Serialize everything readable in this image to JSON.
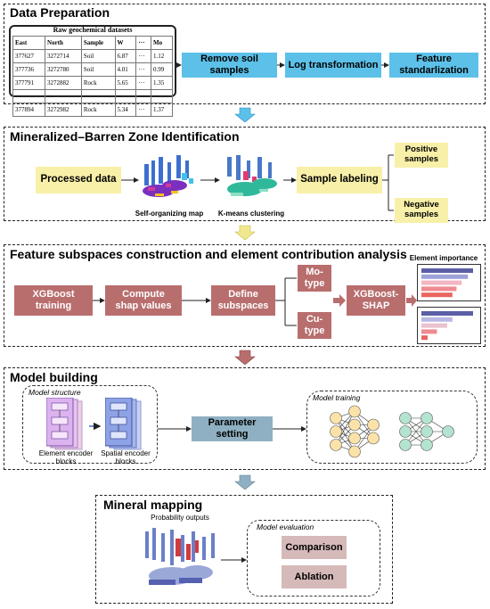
{
  "sections": {
    "s1": {
      "title": "Data Preparation"
    },
    "s2": {
      "title": "Mineralized–Barren Zone Identification"
    },
    "s3": {
      "title": "Feature subspaces construction and element contribution analysis"
    },
    "s4": {
      "title": "Model building"
    },
    "s5": {
      "title": "Mineral mapping"
    }
  },
  "data_prep": {
    "table_title": "Raw geochemical datasets",
    "headers": [
      "East",
      "North",
      "Sample",
      "W",
      "···",
      "Mo"
    ],
    "rows": [
      [
        "377627",
        "3272714",
        "Soil",
        "6.87",
        "···",
        "1.12"
      ],
      [
        "377736",
        "3272780",
        "Soil",
        "4.01",
        "···",
        "0.99"
      ],
      [
        "377791",
        "3272882",
        "Rock",
        "5.65",
        "···",
        "1.35"
      ],
      [
        "···",
        "···",
        "···",
        "···",
        "···",
        "···"
      ],
      [
        "377894",
        "3272982",
        "Rock",
        "5.34",
        "···",
        "1.37"
      ]
    ],
    "steps": [
      "Remove soil samples",
      "Log transformation",
      "Feature standarlization"
    ]
  },
  "zone": {
    "processed": "Processed data",
    "som_label": "Self-organizing map",
    "kmeans_label": "K-means clustering",
    "sample_labeling": "Sample labeling",
    "positive": "Positive samples",
    "negative": "Negative samples"
  },
  "feature": {
    "xgb_training": "XGBoost training",
    "compute_shap": "Compute shap values",
    "define_subspaces": "Define subspaces",
    "mo_type": "Mo-type",
    "cu_type": "Cu-type",
    "xgb_shap": "XGBoost-SHAP",
    "importance_title": "Element importance",
    "importance_top": [
      1.0,
      0.9,
      0.78,
      0.68,
      0.6
    ],
    "importance_bottom": [
      1.0,
      0.6,
      0.5,
      0.3,
      0.12
    ],
    "bar_colors_top": [
      "#5b5fa6",
      "#9ea2d8",
      "#f2b6c2",
      "#ee8a90",
      "#e8655e"
    ],
    "bar_colors_bottom": [
      "#5b5fa6",
      "#b9b8e4",
      "#e9c3cf",
      "#ee8a90",
      "#e8655e"
    ]
  },
  "model": {
    "structure_label": "Model structure",
    "element_encoder": "Element encoder blocks",
    "spatial_encoder": "Spatial encoder blocks",
    "parameter": "Parameter setting",
    "training_label": "Model training"
  },
  "mapping": {
    "probability": "Probability outputs",
    "evaluation_label": "Model evaluation",
    "comparison": "Comparison",
    "ablation": "Ablation"
  },
  "colors": {
    "blue": "#5cc0e8",
    "yellow": "#f8f0a8",
    "red": "#b96e6e",
    "grey_blue": "#8fb0c2",
    "pink": "#d6b9b9",
    "node_yellow": "#fbe2a8",
    "node_green": "#b4e3cf"
  }
}
